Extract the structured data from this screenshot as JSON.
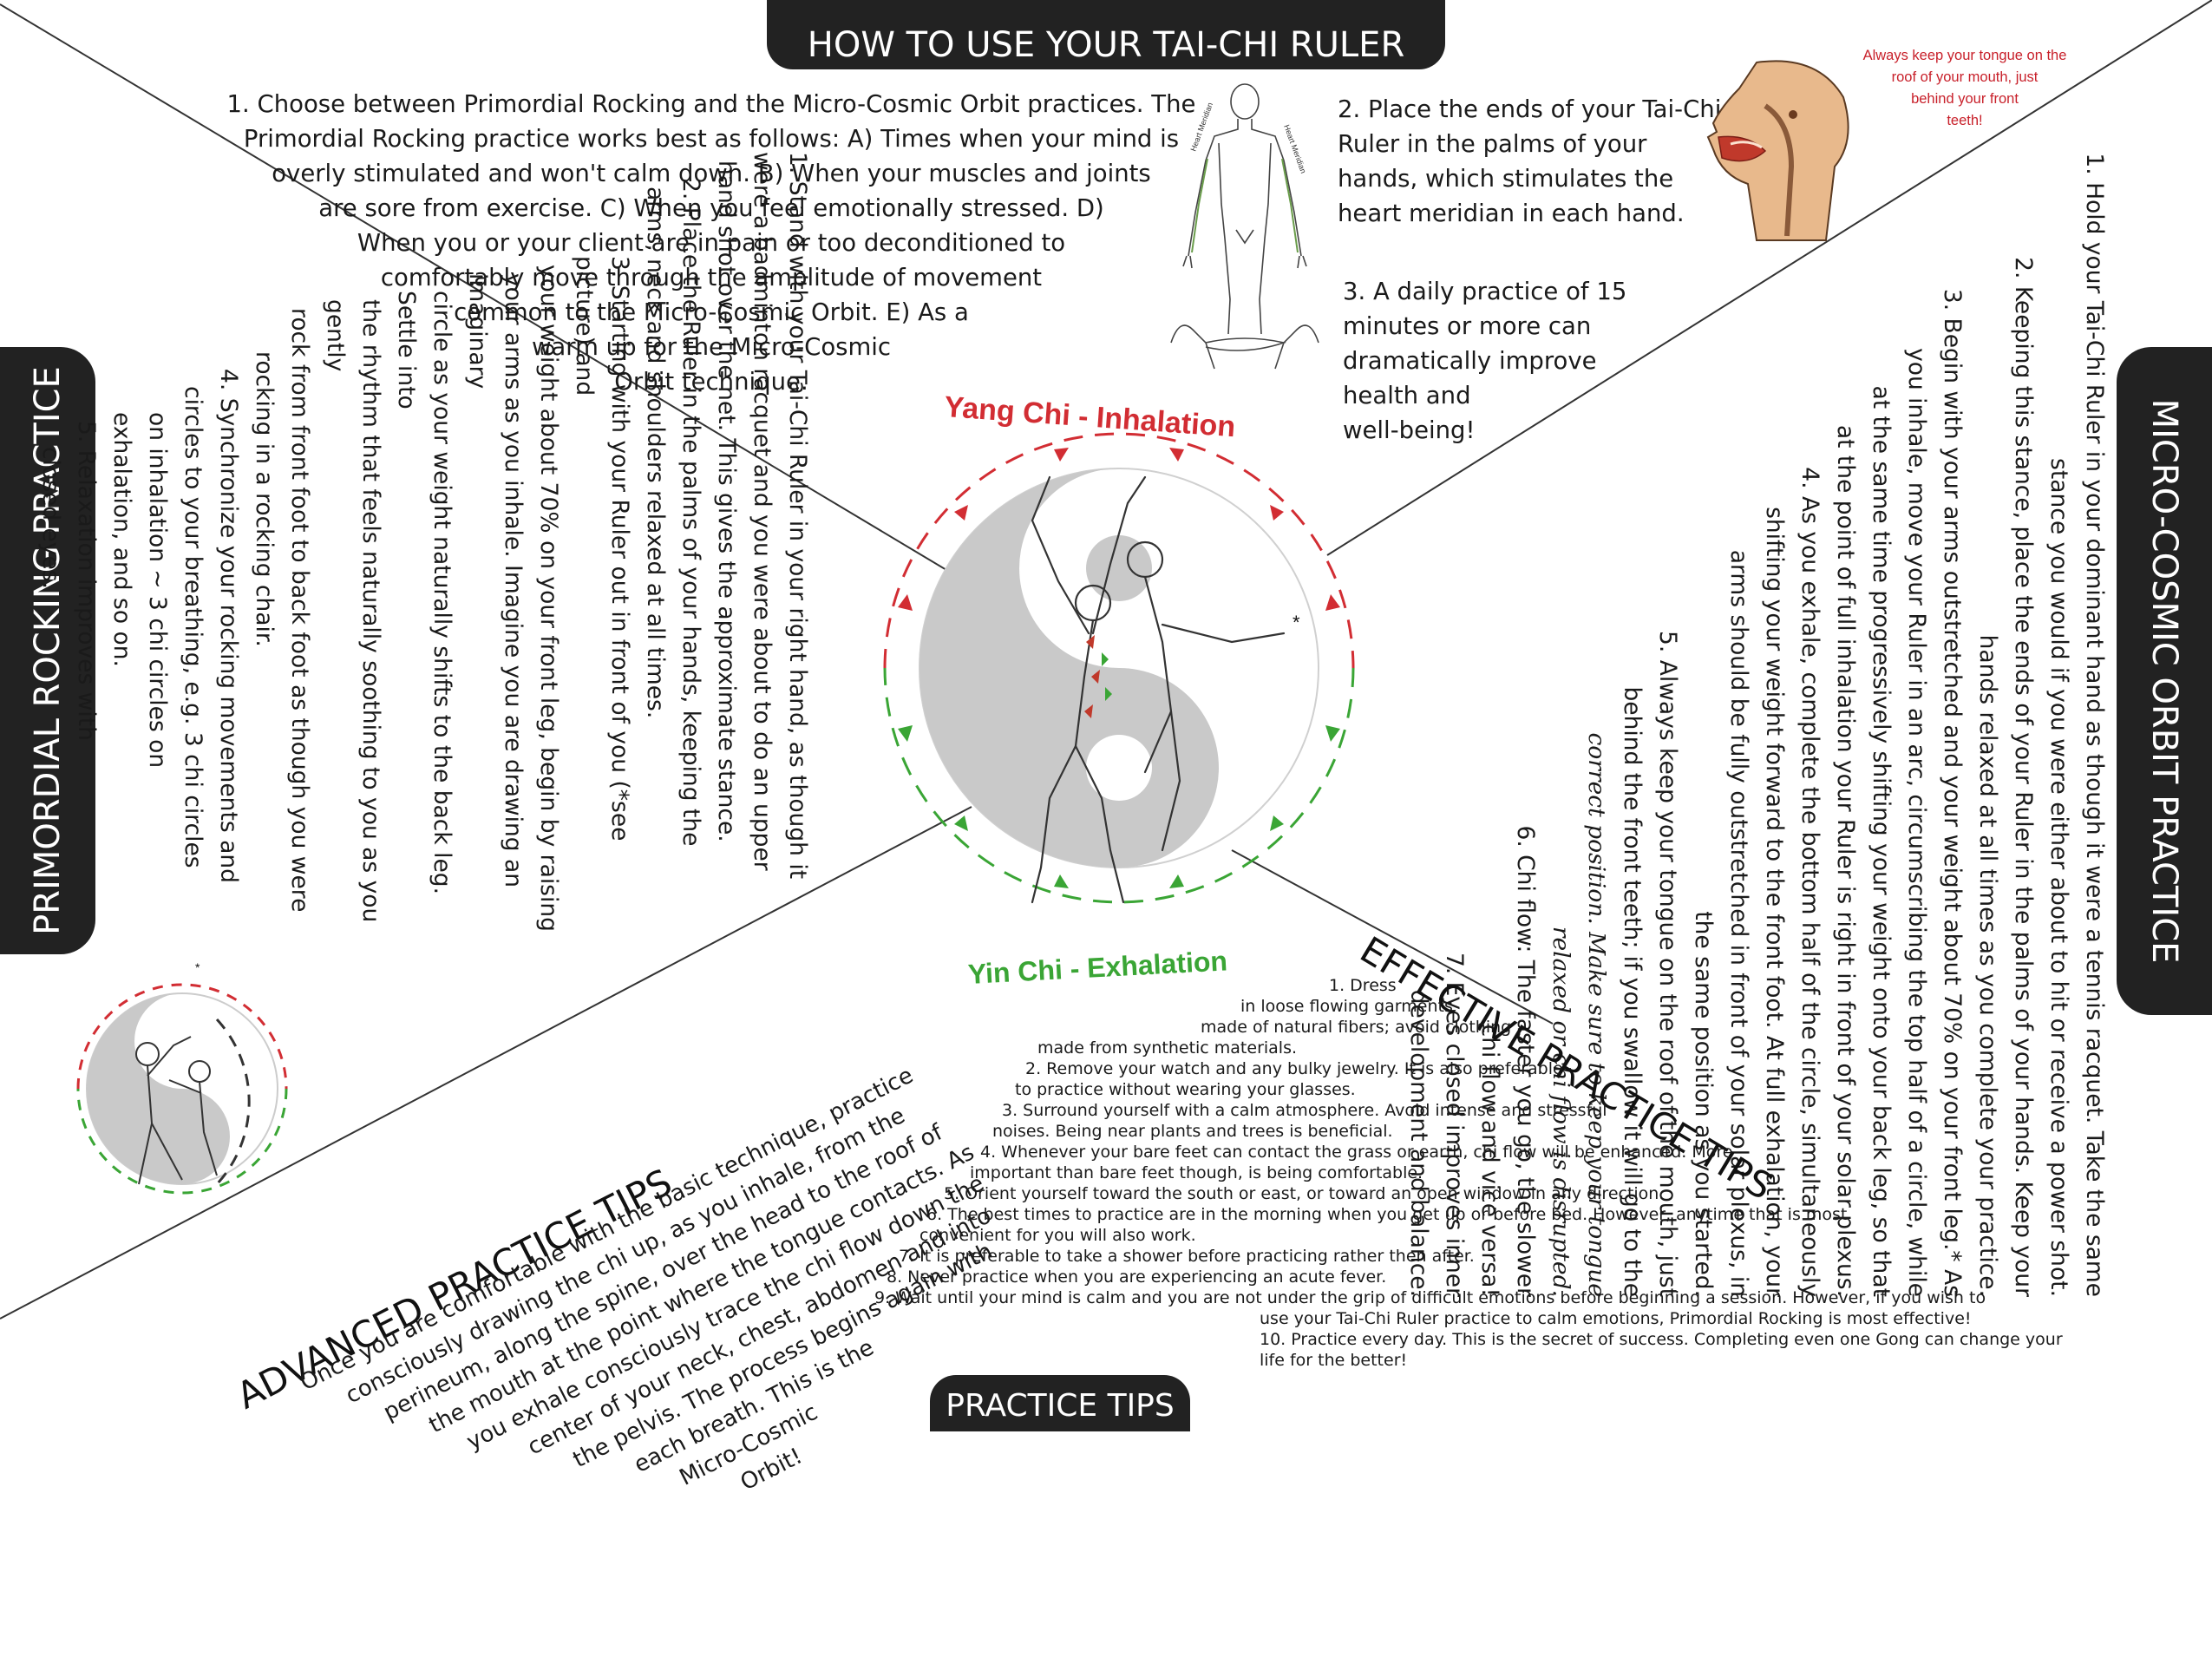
{
  "banners": {
    "top": "HOW TO USE YOUR TAI-CHI RULER",
    "bottom": "PRACTICE TIPS",
    "left": "PRIMORDIAL ROCKING PRACTICE",
    "right": "MICRO-COSMIC ORBIT PRACTICE"
  },
  "how_to": {
    "step1": [
      "1. Choose between Primordial Rocking and the Micro-Cosmic Orbit practices. The",
      "Primordial Rocking practice works best as follows: A) Times when your mind is",
      "overly stimulated and won't calm down. B) When your muscles and joints",
      "are sore from exercise. C) When you feel emotionally stressed. D)",
      "When you or your client are in pain or too deconditioned to",
      "comfortably move through the amplitude of movement",
      "common to the Micro-Cosmic Orbit. E) As a",
      "warm up for the Micro-Cosmic",
      "Orbit technique."
    ],
    "step2": [
      "2. Place the ends of your Tai-Chi",
      "Ruler in the palms of your",
      "hands, which stimulates the",
      "heart meridian in each hand."
    ],
    "step3": [
      "3. A daily practice of 15",
      "minutes or more can",
      "dramatically improve",
      "health and",
      "well-being!"
    ],
    "meridian_left": "Heart Meridian",
    "meridian_right": "Heart Meridian",
    "tongue_note": [
      "Always keep your tongue on the",
      "roof of your mouth, just",
      "behind your front",
      "teeth!"
    ]
  },
  "center": {
    "yang": "Yang Chi - Inhalation",
    "yin": "Yin Chi - Exhalation",
    "asterisk": "*"
  },
  "rocking": {
    "lines": [
      "1. Stand with your Tai-Chi Ruler in your right hand, as though it",
      "were a badminton racquet and you were about to do an upper",
      "hand shot over the net. This gives the approximate stance.",
      "2. Place the Ruler in the palms of your hands, keeping the",
      "arms, neck and shoulders relaxed at all times.",
      "3. Starting with your Ruler out in front of you (*see picture) and",
      "your weight about 70% on your front leg, begin by raising",
      "your arms as you inhale. Imagine you are drawing an imaginary",
      "circle as your weight naturally shifts to the back leg. Settle into",
      "the rhythm that feels naturally soothing to you as you gently",
      "rock from front foot to back foot as though you were",
      "rocking in a rocking chair.",
      "4. Synchronize your rocking movements and",
      "circles to your breathing, e.g. 3 chi circles",
      "on inhalation ~ 3 chi circles on",
      "exhalation, and so on.",
      "5. Relaxation improves with",
      "closed eyes."
    ]
  },
  "orbit": {
    "lines": [
      "1. Hold your Tai-Chi Ruler in your dominant hand as though it were a tennis racquet. Take the same",
      "stance you would if you were either about to hit or receive a power shot.",
      "2. Keeping this stance, place the ends of your Ruler in the palms of your hands. Keep your",
      "hands relaxed at all times as you complete your practice.",
      "3. Begin with your arms outstretched and your weight about 70% on your front leg.* As",
      "you inhale, move your Ruler in an arc, circumscribing the top half of a circle, while",
      "at the same time progressively shifting your weight onto your back leg, so that",
      "at the point of full inhalation your Ruler is right in front of your solar plexus.",
      "4. As you exhale, complete the bottom half of the circle, simultaneously",
      "shifting your weight forward to the front foot. At full exhalation, your",
      "arms should be fully outstretched in front of your solar plexus, in",
      "the same position as you started.",
      "5. Always keep your tongue on the roof of the mouth, just",
      "behind the front teeth; if you swallow it will go to the",
      "correct position. Make sure to keep your tongue",
      "relaxed or chi flow is disrupted.",
      "6. Chi flow: The faster you go, the slower",
      "chi flow and vice versa!",
      "7. Eyes closed improves inner",
      "development and balance."
    ]
  },
  "advanced": {
    "heading": "ADVANCED PRACTICE TIPS",
    "lines": [
      "Once you are comfortable with the basic technique, practice",
      "consciously drawing the chi up, as you inhale, from the",
      "perineum, along the spine, over the head to the roof of",
      "the mouth at the point where the tongue contacts. As",
      "you exhale consciously trace the chi flow down the",
      "center of your neck, chest, abdomen and into",
      "the pelvis. The process begins again with",
      "each breath. This is the",
      "Micro-Cosmic",
      "Orbit!"
    ]
  },
  "effective": {
    "heading": "EFFECTIVE PRACTICE TIPS",
    "lines": [
      "1. Dress",
      "in loose flowing garments",
      "made of natural fibers; avoid clothing",
      "made from synthetic materials.",
      "2. Remove your watch and any bulky jewelry. It is also preferable",
      "to practice without wearing your glasses.",
      "3. Surround yourself with a calm atmosphere. Avoid intense and stressful",
      "noises. Being near plants and trees is beneficial.",
      "4. Whenever your bare feet can contact the grass or earth, chi flow will be enhanced. More",
      "important than bare feet though, is being comfortable.",
      "5. Orient yourself toward the south or east, or toward an open window in any direction.",
      "6. The best times to practice are in the morning when you get up or before bed. However, anytime that is most",
      "convenient for you will also work.",
      "7. It is preferable to take a shower before practicing rather then after.",
      "8. Never practice when you are experiencing an acute fever.",
      "9. Wait until your mind is calm and you are not under the grip of difficult emotions before beginning a session. However, if you wish to",
      "use your Tai-Chi Ruler practice to calm emotions, Primordial Rocking is most effective!",
      "10. Practice every day. This is the secret of success. Completing even one Gong can change your",
      "life for the better!"
    ]
  },
  "colors": {
    "banner": "#222222",
    "yang": "#d22d33",
    "yin": "#3aa535",
    "note": "#c8202a"
  }
}
